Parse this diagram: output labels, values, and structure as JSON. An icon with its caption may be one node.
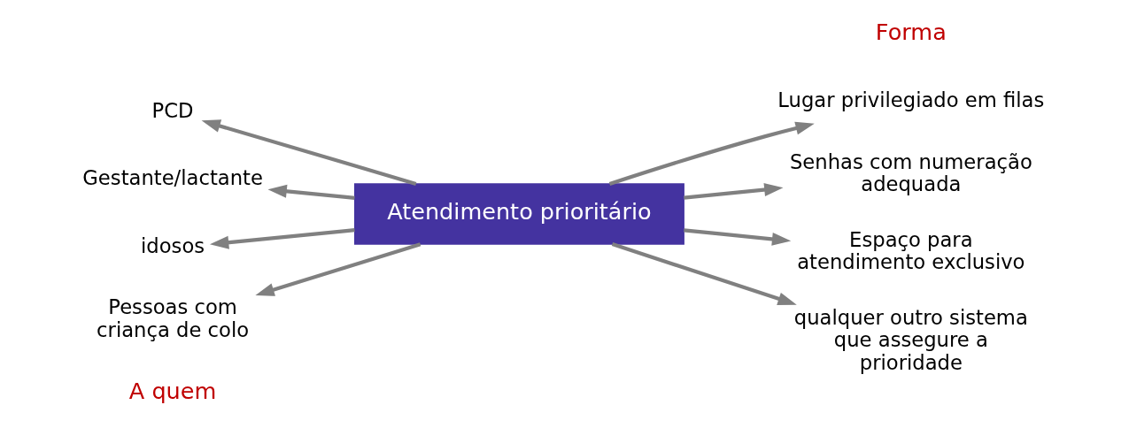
{
  "diagram": {
    "nodes": [
      {
        "text": [
          "Atendimento prioritário"
        ]
      },
      {
        "text": [
          "PCD"
        ]
      },
      {
        "text": [
          "Gestante/lactante"
        ]
      },
      {
        "text": [
          "idosos"
        ]
      },
      {
        "text": [
          "Pessoas com criança de colo"
        ]
      },
      {
        "text": [
          "Lugar privilegiado em filas"
        ]
      },
      {
        "text": [
          "Senhas com numeração adequada"
        ]
      },
      {
        "text": [
          "Espaço para atendimento exclusivo"
        ]
      },
      {
        "text": [
          "qualquer outro sistema que assegure a prioridade"
        ]
      }
    ],
    "edges": [
      {
        "from": 0,
        "to": 1,
        "arrow": "to"
      },
      {
        "from": 0,
        "to": 2,
        "arrow": "to"
      },
      {
        "from": 0,
        "to": 3,
        "arrow": "to"
      },
      {
        "from": 0,
        "to": 4,
        "arrow": "to"
      },
      {
        "from": 0,
        "to": 5,
        "arrow": "to"
      },
      {
        "from": 0,
        "to": 6,
        "arrow": "to"
      },
      {
        "from": 0,
        "to": 7,
        "arrow": "to"
      },
      {
        "from": 0,
        "to": 8,
        "arrow": "to"
      }
    ],
    "labels": [
      "A quem",
      "Forma"
    ]
  }
}
